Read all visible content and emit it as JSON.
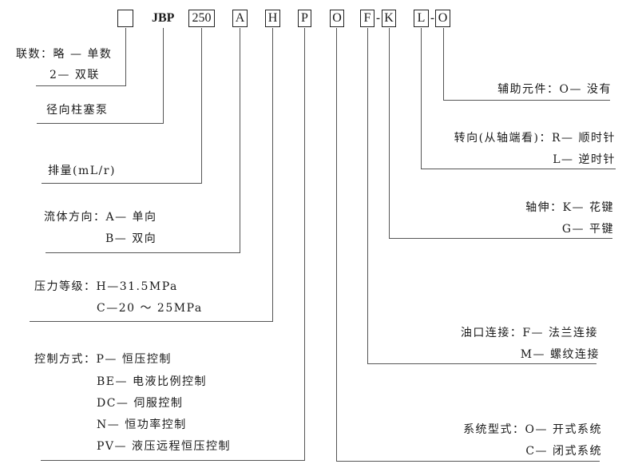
{
  "code": {
    "slot_blank": "",
    "jbp": "JBP",
    "displacement": "250",
    "flow": "A",
    "pressure": "H",
    "control": "P",
    "system": "O",
    "port": "F",
    "sep1": "-",
    "shaft": "K",
    "rotation": "L",
    "sep2": "-",
    "aux": "O"
  },
  "left": {
    "tandem": {
      "line1": "联数：略 — 单数",
      "line2": "2— 双联"
    },
    "type": {
      "line1": "径向柱塞泵"
    },
    "displacement": {
      "line1": "排量(mL/r)"
    },
    "flow": {
      "line1": "流体方向：A— 单向",
      "line2": "B— 双向"
    },
    "pressure": {
      "line1": "压力等级：H—31.5MPa",
      "line2": "C—20 ～ 25MPa"
    },
    "control": {
      "line1": "控制方式：P— 恒压控制",
      "options": [
        "BE— 电液比例控制",
        "DC— 伺服控制",
        "N— 恒功率控制",
        "PV— 液压远程恒压控制"
      ]
    }
  },
  "right": {
    "aux": {
      "line1": "辅助元件：O— 没有"
    },
    "rotation": {
      "line1": "转向(从轴端看)：R— 顺时针",
      "line2": "L— 逆时针"
    },
    "shaft": {
      "line1": "轴伸：K— 花键",
      "line2": "G— 平键"
    },
    "port": {
      "line1": "油口连接：F— 法兰连接",
      "line2": "M— 螺纹连接"
    },
    "system": {
      "line1": "系统型式：O— 开式系统",
      "line2": "C— 闭式系统"
    }
  }
}
